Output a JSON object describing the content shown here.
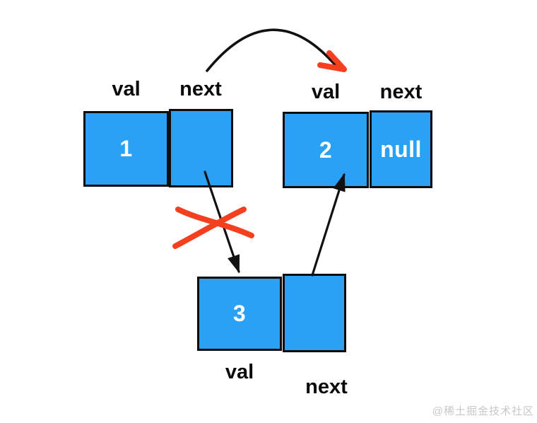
{
  "diagram": {
    "type": "linked-list-node-deletion",
    "nodes": [
      {
        "id": "node-1",
        "val_label": "val",
        "next_label": "next",
        "val": "1",
        "next": ""
      },
      {
        "id": "node-2",
        "val_label": "val",
        "next_label": "next",
        "val": "2",
        "next": "null"
      },
      {
        "id": "node-3",
        "val_label": "val",
        "next_label": "next",
        "val": "3",
        "next": ""
      }
    ],
    "annotations": {
      "new_pointer": "curved arrow from node-1 next to node-2 with red arrowhead",
      "old_pointer": "arrow from node-1 next to node-3 crossed out with red X",
      "existing_pointer": "arrow from node-3 next to node-2"
    },
    "colors": {
      "node_fill": "#2AA1F4",
      "node_border": "#0d0d0d",
      "arrow": "#111111",
      "annotation_red": "#F4401F",
      "watermark": "#C8C8C8"
    },
    "watermark": "@稀土掘金技术社区"
  }
}
